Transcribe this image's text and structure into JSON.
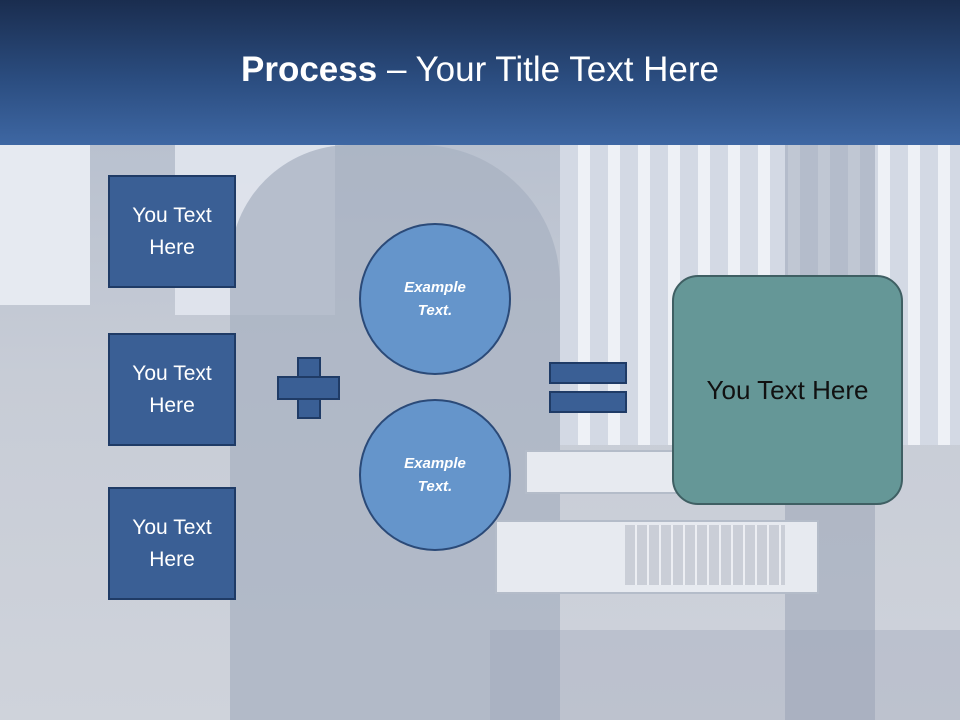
{
  "header": {
    "title_bold": "Process",
    "title_rest": " – Your Title Text Here"
  },
  "boxes": [
    {
      "label": "You Text Here"
    },
    {
      "label": "You Text Here"
    },
    {
      "label": "You Text Here"
    }
  ],
  "circles": [
    {
      "label": "Example Text."
    },
    {
      "label": "Example Text."
    }
  ],
  "result": {
    "label": "You Text Here"
  },
  "colors": {
    "header_top": "#1a2d4f",
    "header_bottom": "#3e67a3",
    "box_fill": "#3a5f95",
    "circle_fill": "#6595cb",
    "result_fill": "#659797"
  }
}
